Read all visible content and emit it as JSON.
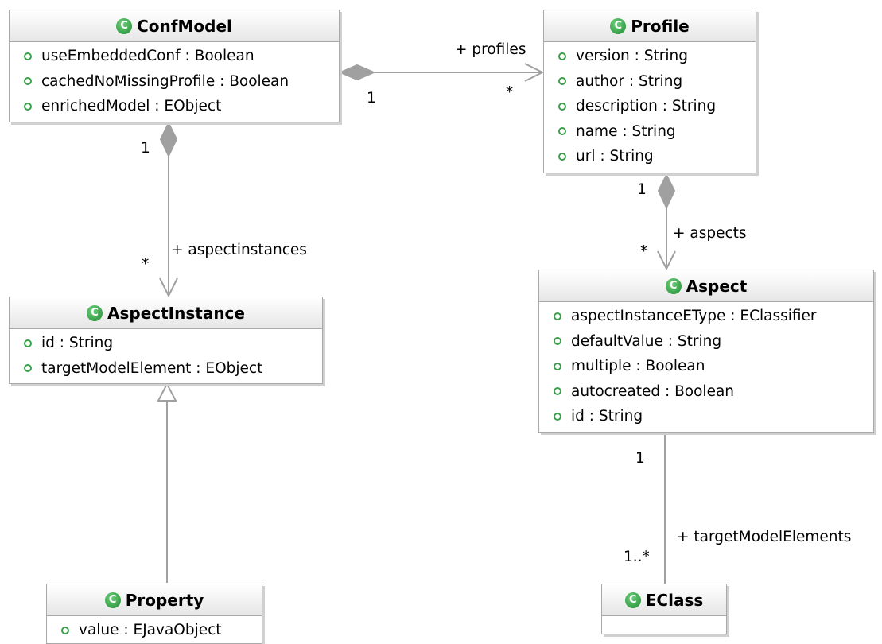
{
  "classes": {
    "confmodel": {
      "icon": "class-icon",
      "name": "ConfModel",
      "attributes": [
        "useEmbeddedConf : Boolean",
        "cachedNoMissingProfile : Boolean",
        "enrichedModel : EObject"
      ]
    },
    "profile": {
      "icon": "class-icon",
      "name": "Profile",
      "attributes": [
        "version : String",
        "author : String",
        "description : String",
        "name : String",
        "url : String"
      ]
    },
    "aspectinstance": {
      "icon": "class-icon",
      "name": "AspectInstance",
      "attributes": [
        "id : String",
        "targetModelElement : EObject"
      ]
    },
    "aspect": {
      "icon": "class-icon",
      "name": "Aspect",
      "attributes": [
        "aspectInstanceEType : EClassifier",
        "defaultValue : String",
        "multiple : Boolean",
        "autocreated : Boolean",
        "id : String"
      ]
    },
    "property": {
      "icon": "class-icon",
      "name": "Property",
      "attributes": [
        "value : EJavaObject"
      ]
    },
    "eclass": {
      "icon": "class-icon",
      "name": "EClass",
      "attributes": []
    }
  },
  "associations": {
    "profiles": {
      "role": "+ profiles",
      "source_mult": "1",
      "target_mult": "*"
    },
    "aspectinstances": {
      "role": "+ aspectinstances",
      "source_mult": "1",
      "target_mult": "*"
    },
    "aspects": {
      "role": "+ aspects",
      "source_mult": "1",
      "target_mult": "*"
    },
    "target_model_elements": {
      "role": "+ targetModelElements",
      "source_mult": "1",
      "target_mult": "1..*"
    }
  },
  "colors": {
    "border": "#a9a9a9",
    "header_gradient_end": "#e6e6e6",
    "class_icon": "#2e9e40",
    "connector": "#a0a0a0"
  }
}
